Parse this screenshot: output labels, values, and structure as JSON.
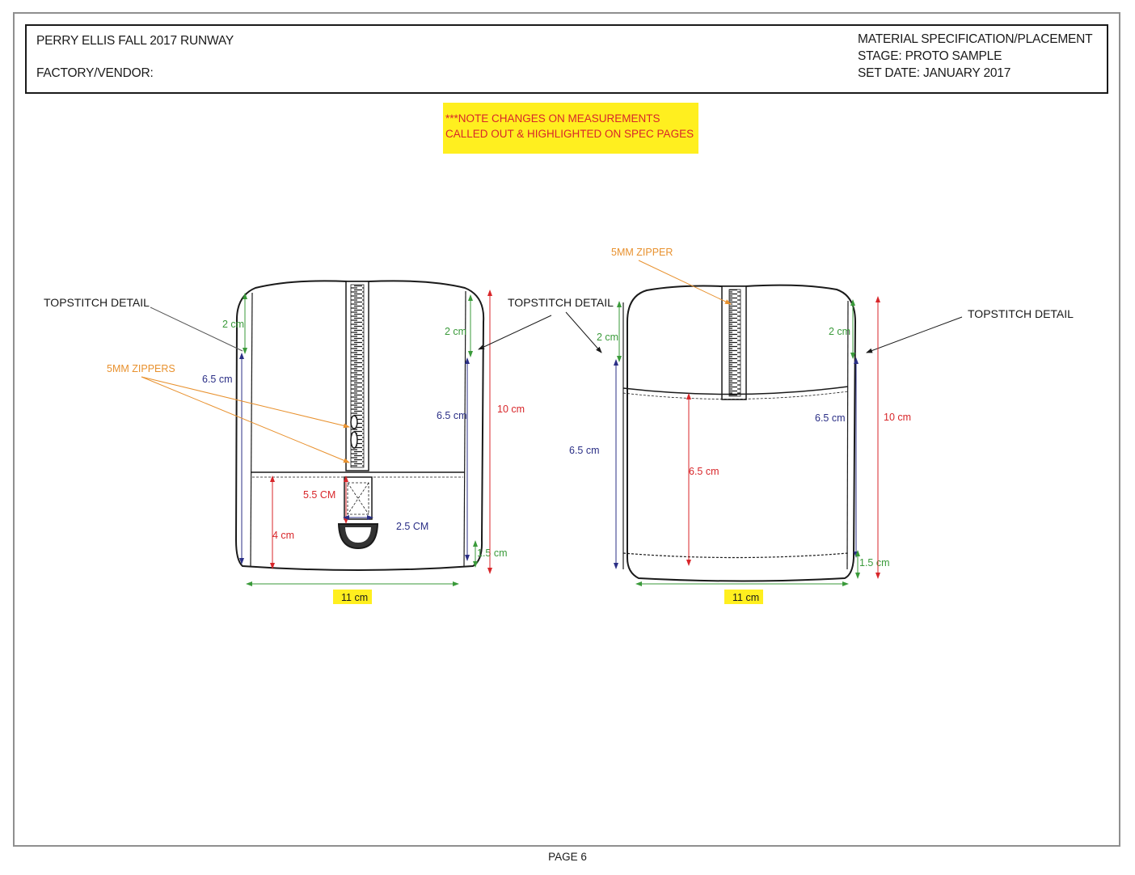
{
  "header": {
    "collection": "PERRY ELLIS FALL 2017 RUNWAY",
    "factory_vendor": "FACTORY/VENDOR:",
    "spec_type": "MATERIAL SPECIFICATION/PLACEMENT",
    "stage": "STAGE: PROTO SAMPLE",
    "set_date": "SET DATE: JANUARY 2017"
  },
  "note": {
    "line1": "***NOTE CHANGES ON MEASUREMENTS",
    "line2": "CALLED OUT & HIGHLIGHTED ON SPEC PAGES"
  },
  "front_view": {
    "callout_topstitch_left": "TOPSTITCH DETAIL",
    "callout_topstitch_right": "TOPSTITCH DETAIL",
    "callout_zippers": "5MM ZIPPERS",
    "dim_top_band_left": "2 cm",
    "dim_side_left": "6.5 cm",
    "dim_top_band_right": "2 cm",
    "dim_side_right": "6.5 cm",
    "dim_total_height": "10 cm",
    "dim_tab_height": "5.5 CM",
    "dim_tab_width": "2.5 CM",
    "dim_bottom_panel": "4 cm",
    "dim_bottom_band": "1.5 cm",
    "dim_width": "11 cm"
  },
  "back_view": {
    "callout_zipper": "5MM ZIPPER",
    "callout_topstitch_left": "TOPSTITCH DETAIL",
    "callout_topstitch_right": "TOPSTITCH DETAIL",
    "dim_top_band_left": "2 cm",
    "dim_side_left": "6.5 cm",
    "dim_top_band_right": "2 cm",
    "dim_side_right": "6.5 cm",
    "dim_pocket_height": "6.5 cm",
    "dim_total_height": "10 cm",
    "dim_bottom_band": "1.5 cm",
    "dim_width": "11 cm"
  },
  "footer": {
    "page": "PAGE 6"
  },
  "colors": {
    "green": "#3a9a3a",
    "navy": "#2b2f86",
    "red": "#d8262a",
    "orange": "#e8912e",
    "highlight": "#ffef1f"
  }
}
